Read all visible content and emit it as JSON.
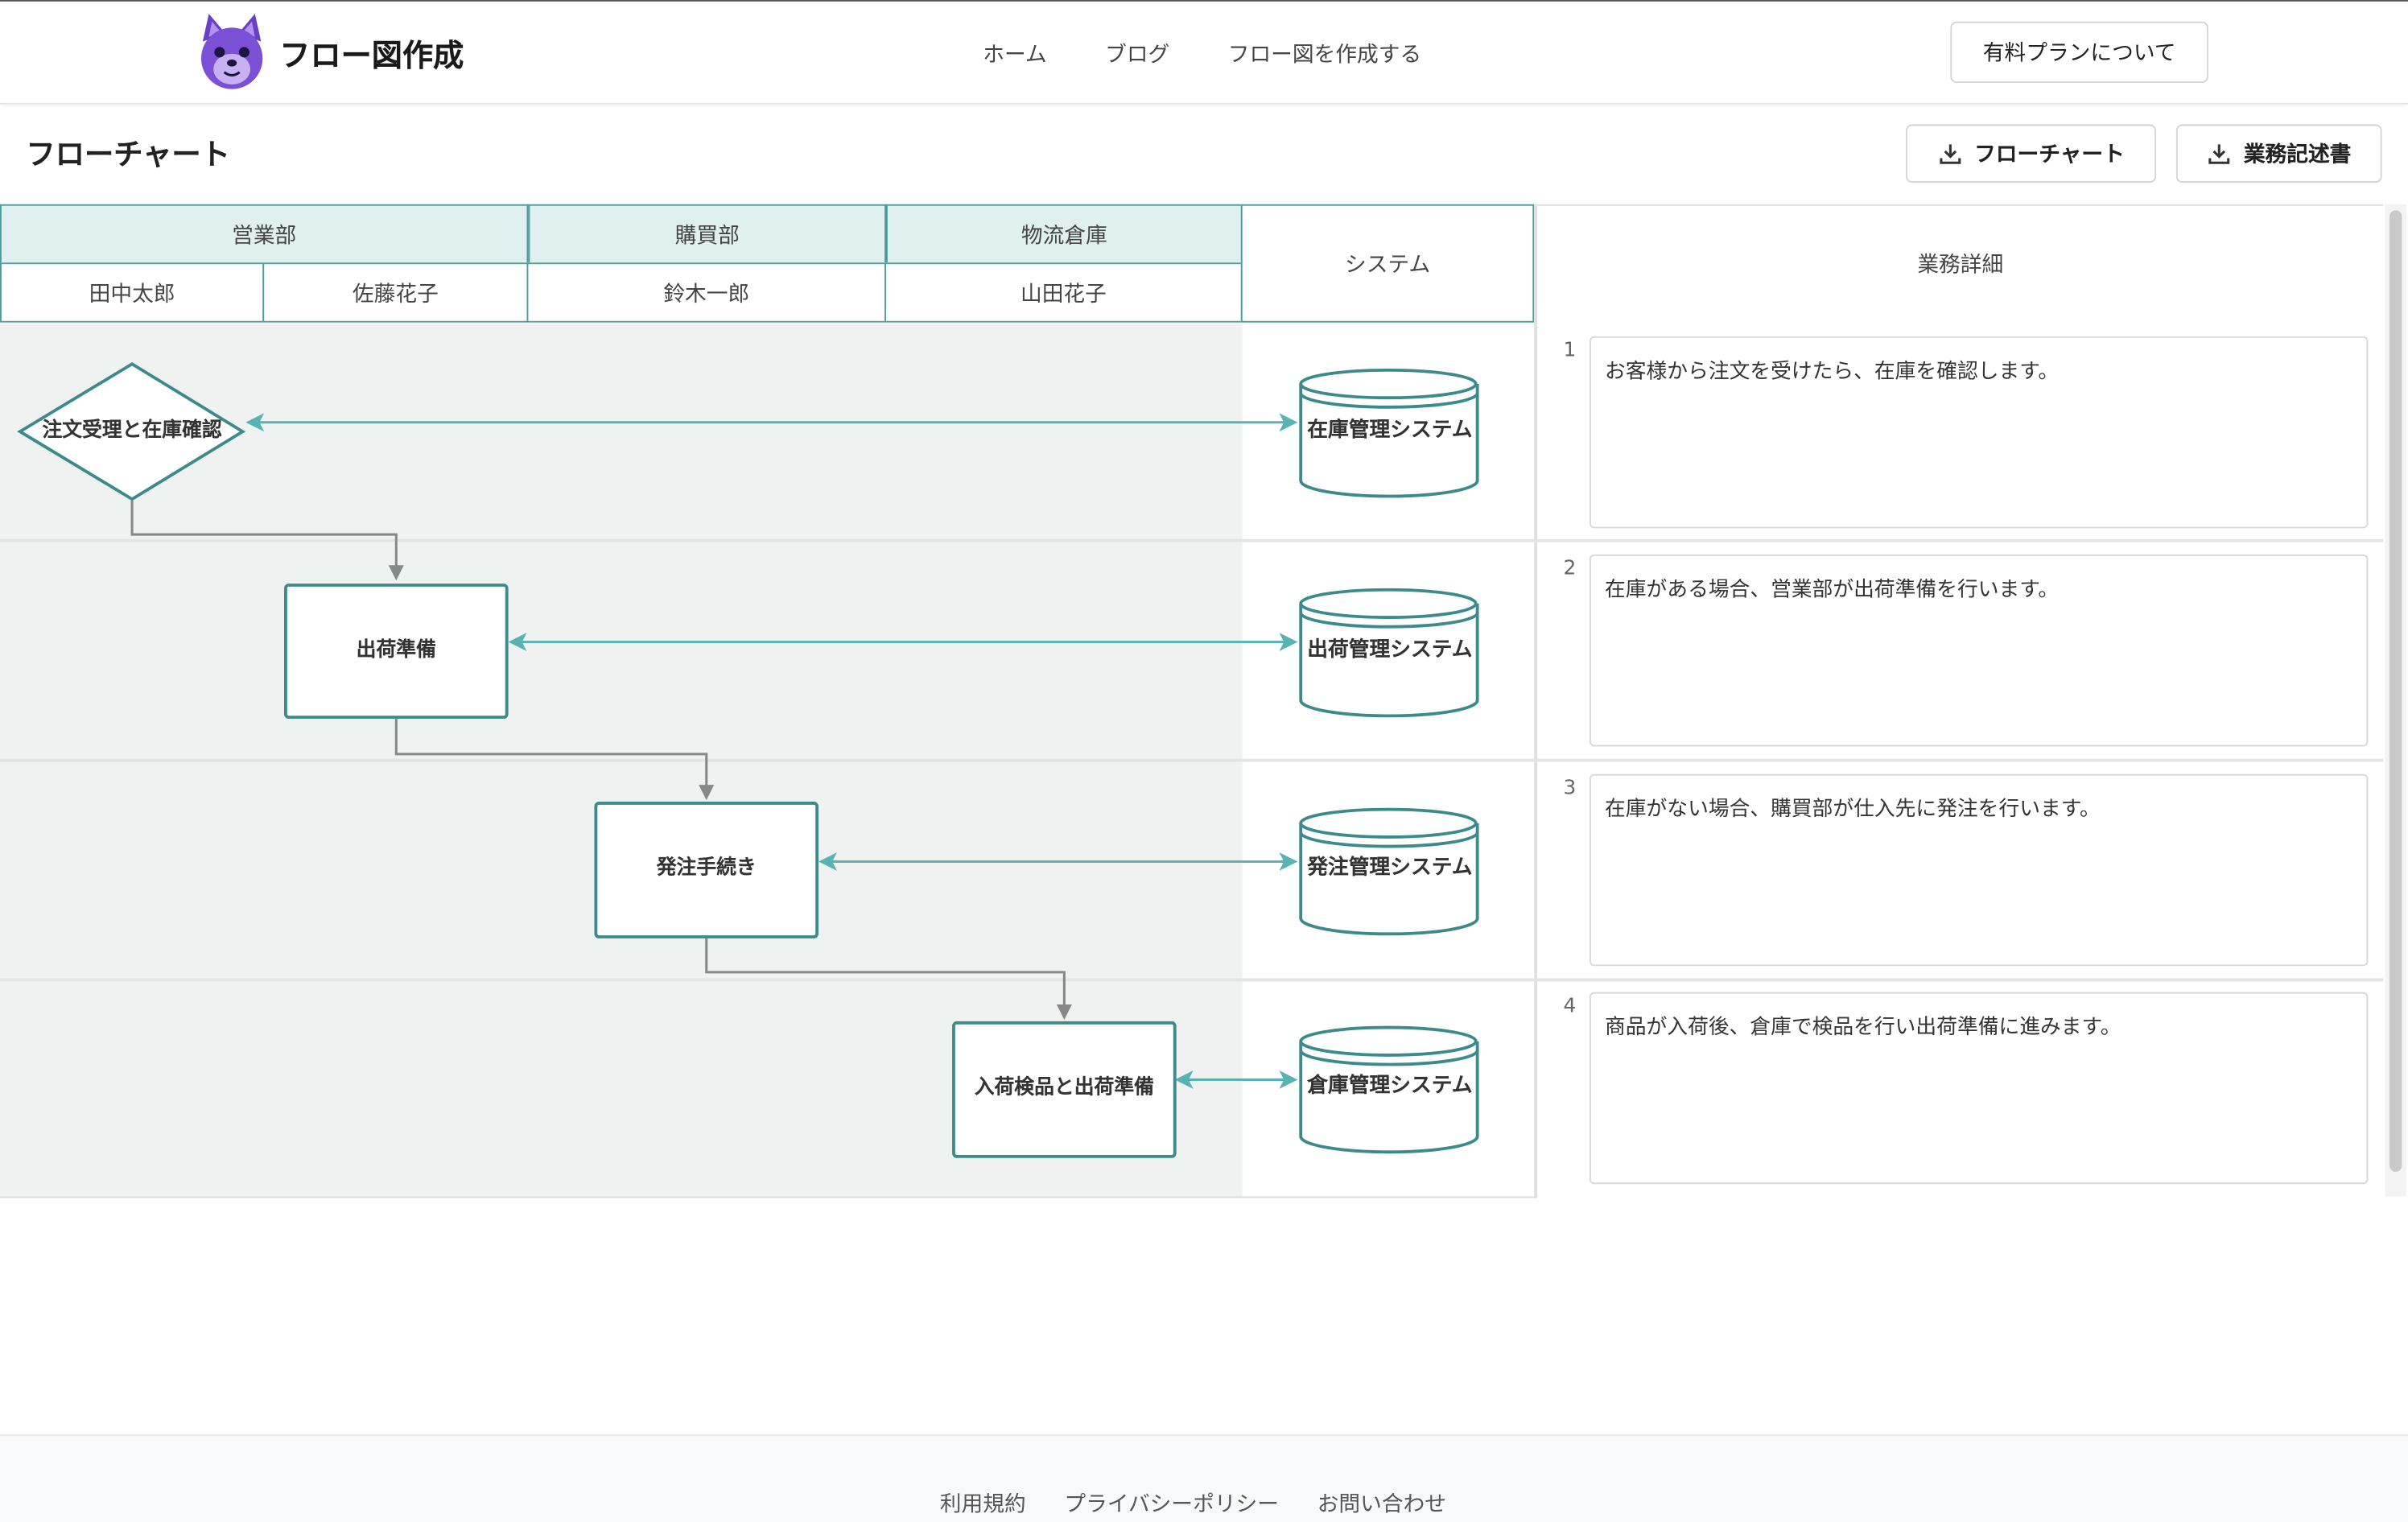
{
  "header": {
    "logo_text": "フロー図作成",
    "nav": [
      "ホーム",
      "ブログ",
      "フロー図を作成する"
    ],
    "plan_button": "有料プランについて"
  },
  "toolbar": {
    "title": "フローチャート",
    "download_flowchart": "フローチャート",
    "download_doc": "業務記述書"
  },
  "table": {
    "departments": [
      "営業部",
      "購買部",
      "物流倉庫"
    ],
    "people": [
      "田中太郎",
      "佐藤花子",
      "鈴木一郎",
      "山田花子"
    ],
    "system_header": "システム",
    "detail_header": "業務詳細"
  },
  "steps": [
    {
      "number": "1",
      "task": "注文受理と在庫確認",
      "system": "在庫管理システム",
      "detail": "お客様から注文を受けたら、在庫を確認します。"
    },
    {
      "number": "2",
      "task": "出荷準備",
      "system": "出荷管理システム",
      "detail": "在庫がある場合、営業部が出荷準備を行います。"
    },
    {
      "number": "3",
      "task": "発注手続き",
      "system": "発注管理システム",
      "detail": "在庫がない場合、購買部が仕入先に発注を行います。"
    },
    {
      "number": "4",
      "task": "入荷検品と出荷準備",
      "system": "倉庫管理システム",
      "detail": "商品が入荷後、倉庫で検品を行い出荷準備に進みます。"
    }
  ],
  "footer": {
    "links": [
      "利用規約",
      "プライバシーポリシー",
      "お問い合わせ"
    ]
  },
  "colors": {
    "accent_teal": "#3c8a8c",
    "arrow_teal": "#5ab3b3",
    "lane_bg": "#f0f2f1",
    "dept_bg": "#dff0ee"
  }
}
